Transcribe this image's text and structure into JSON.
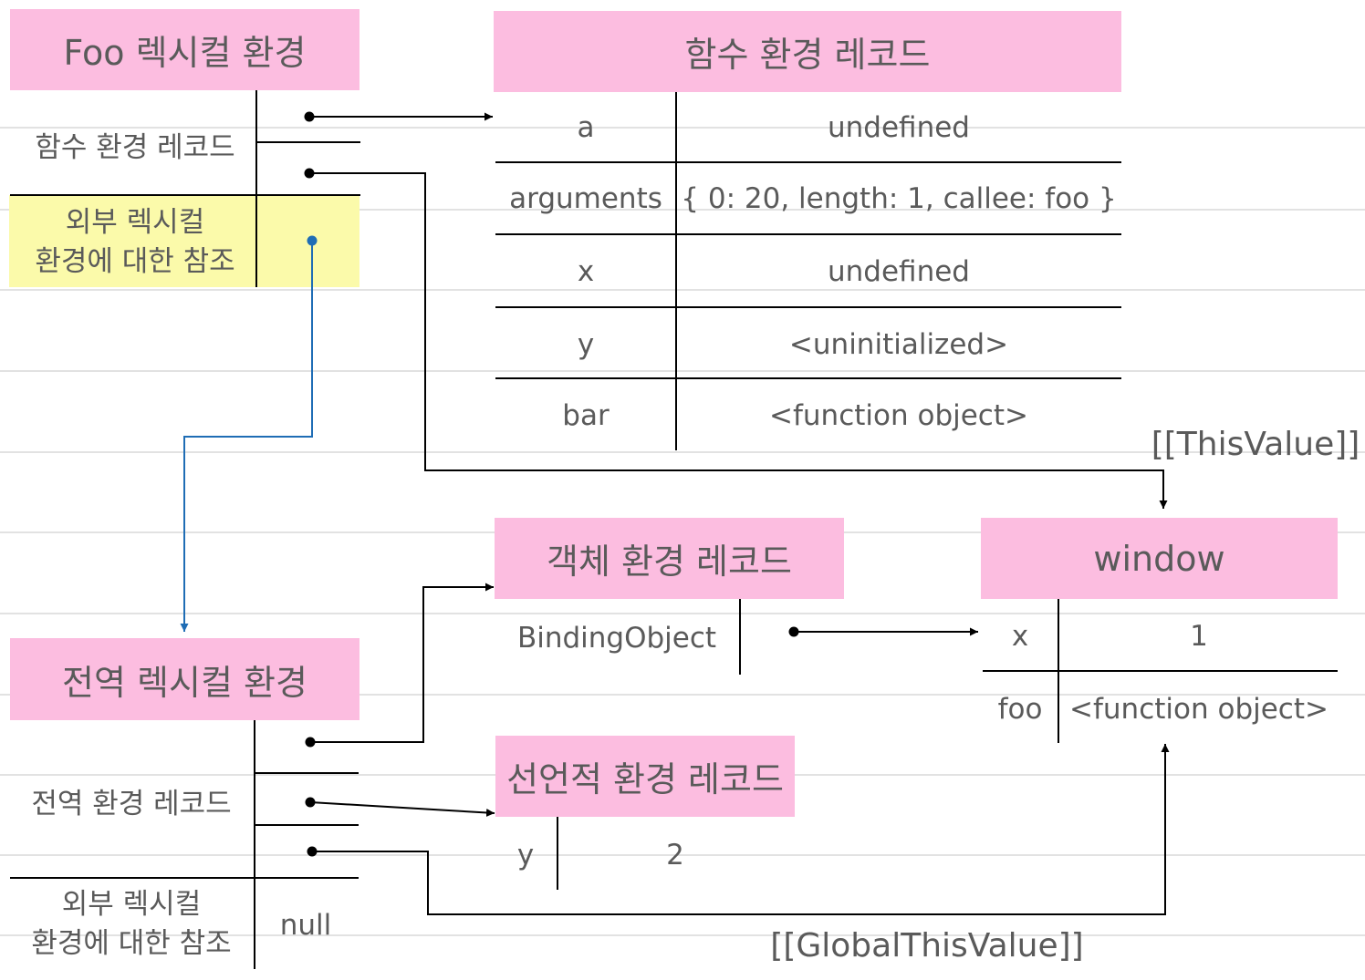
{
  "colors": {
    "header_fill": "#fcbde0",
    "outer_ref_highlight": "#fbfaaa",
    "line": "#000000",
    "outer_ref_arrow": "#1f6db5",
    "text": "#5a5a5a",
    "background_rules": "#d8d8d8"
  },
  "foo_lex_env": {
    "title": "Foo 렉시컬 환경",
    "env_record_label": "함수 환경 레코드",
    "outer_ref_label_line1": "외부 렉시컬",
    "outer_ref_label_line2": "환경에 대한 참조"
  },
  "function_env_record": {
    "title": "함수 환경 레코드",
    "rows": [
      {
        "name": "a",
        "value": "undefined"
      },
      {
        "name": "arguments",
        "value": "{ 0: 20, length: 1, callee: foo }"
      },
      {
        "name": "x",
        "value": "undefined"
      },
      {
        "name": "y",
        "value": "<uninitialized>"
      },
      {
        "name": "bar",
        "value": "<function object>"
      }
    ]
  },
  "this_value_label": "[[ThisValue]]",
  "global_lex_env": {
    "title": "전역 렉시컬 환경",
    "env_record_label": "전역 환경 레코드",
    "outer_ref_label_line1": "외부 렉시컬",
    "outer_ref_label_line2": "환경에 대한 참조",
    "outer_ref_value": "null"
  },
  "object_env_record": {
    "title": "객체 환경 레코드",
    "binding_label": "BindingObject"
  },
  "declarative_env_record": {
    "title": "선언적 환경 레코드",
    "rows": [
      {
        "name": "y",
        "value": "2"
      }
    ]
  },
  "window_object": {
    "title": "window",
    "rows": [
      {
        "name": "x",
        "value": "1"
      },
      {
        "name": "foo",
        "value": "<function object>"
      }
    ]
  },
  "global_this_value_label": "[[GlobalThisValue]]"
}
